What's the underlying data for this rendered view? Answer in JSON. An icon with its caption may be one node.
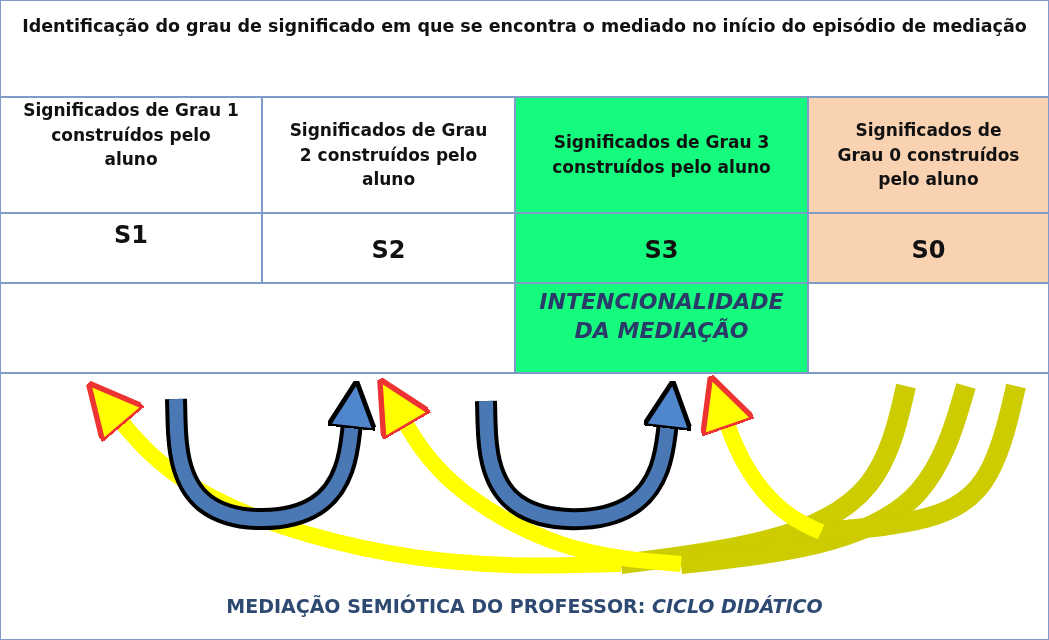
{
  "diagram": {
    "nodes": [
      {
        "text": [
          "Identificação do grau de significado em que se encontra o mediado no início do episódio de mediação"
        ]
      },
      {
        "text": [
          "Significados de Grau 1 construídos pelo aluno"
        ]
      },
      {
        "text": [
          "Significados de Grau 2 construídos pelo aluno"
        ]
      },
      {
        "text": [
          "Significados de Grau 3 construídos pelo aluno"
        ]
      },
      {
        "text": [
          "Significados de Grau 0 construídos pelo aluno"
        ]
      },
      {
        "text": [
          "S1"
        ]
      },
      {
        "text": [
          "S2"
        ]
      },
      {
        "text": [
          "S3"
        ]
      },
      {
        "text": [
          "S0"
        ]
      },
      {
        "text": [],
        "shape": "box"
      },
      {
        "text": [
          "INTENCIONALIDADE DA MEDIAÇÃO"
        ]
      },
      {
        "text": [],
        "shape": "box"
      },
      {
        "text": [
          "MEDIAÇÃO SEMIÓTICA DO PROFESSOR: *CICLO DIDÁTICO*"
        ]
      }
    ]
  }
}
